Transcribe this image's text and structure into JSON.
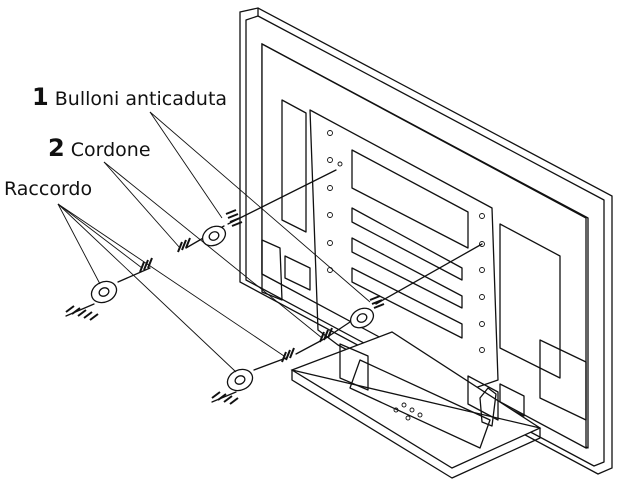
{
  "labels": {
    "bolt": {
      "number": "1",
      "text": "Bulloni anticaduta"
    },
    "cord": {
      "number": "2",
      "text": "Cordone"
    },
    "fitting": {
      "text": "Raccordo"
    }
  },
  "colors": {
    "line": "#111111",
    "background": "#ffffff"
  }
}
